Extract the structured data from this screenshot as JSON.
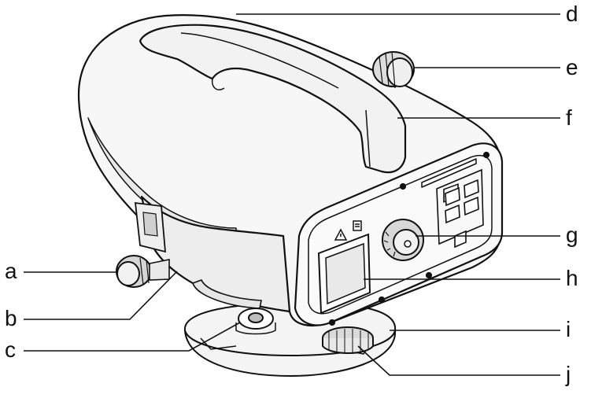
{
  "labels": {
    "a": "a",
    "b": "b",
    "c": "c",
    "d": "d",
    "e": "e",
    "f": "f",
    "g": "g",
    "h": "h",
    "i": "i",
    "j": "j"
  },
  "colors": {
    "line": "#111111",
    "fill_light": "#f4f4f4",
    "fill_mid": "#e2e2e2",
    "fill_dark": "#cfcfcf"
  }
}
